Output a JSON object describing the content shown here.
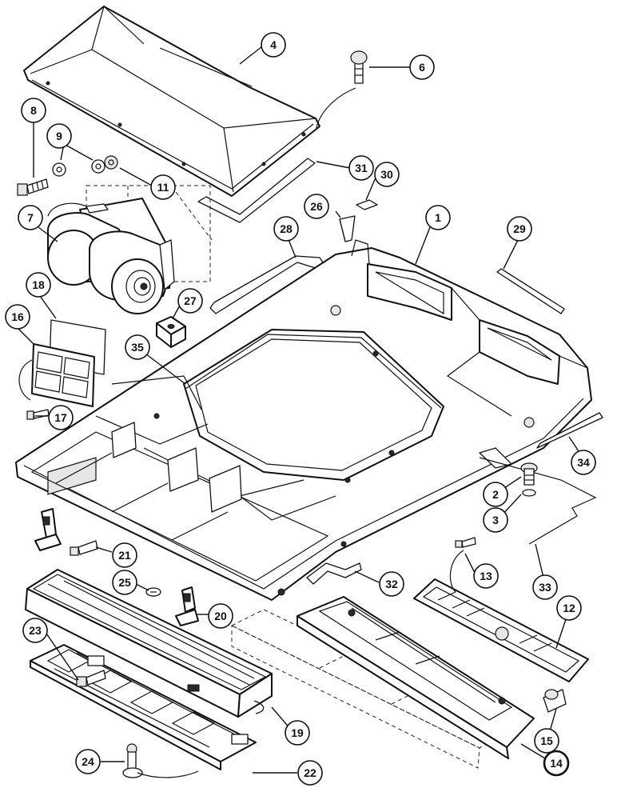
{
  "callouts": [
    {
      "id": "c1",
      "label": "1"
    },
    {
      "id": "c2",
      "label": "2"
    },
    {
      "id": "c3",
      "label": "3"
    },
    {
      "id": "c4",
      "label": "4"
    },
    {
      "id": "c6",
      "label": "6"
    },
    {
      "id": "c7",
      "label": "7"
    },
    {
      "id": "c8",
      "label": "8"
    },
    {
      "id": "c9",
      "label": "9"
    },
    {
      "id": "c11",
      "label": "11"
    },
    {
      "id": "c12",
      "label": "12"
    },
    {
      "id": "c13",
      "label": "13"
    },
    {
      "id": "c14",
      "label": "14"
    },
    {
      "id": "c15",
      "label": "15"
    },
    {
      "id": "c16",
      "label": "16"
    },
    {
      "id": "c17",
      "label": "17"
    },
    {
      "id": "c18",
      "label": "18"
    },
    {
      "id": "c19",
      "label": "19"
    },
    {
      "id": "c20",
      "label": "20"
    },
    {
      "id": "c21",
      "label": "21"
    },
    {
      "id": "c22",
      "label": "22"
    },
    {
      "id": "c23",
      "label": "23"
    },
    {
      "id": "c24",
      "label": "24"
    },
    {
      "id": "c25",
      "label": "25"
    },
    {
      "id": "c26",
      "label": "26"
    },
    {
      "id": "c27",
      "label": "27"
    },
    {
      "id": "c28",
      "label": "28"
    },
    {
      "id": "c29",
      "label": "29"
    },
    {
      "id": "c30",
      "label": "30"
    },
    {
      "id": "c31",
      "label": "31"
    },
    {
      "id": "c32",
      "label": "32"
    },
    {
      "id": "c33",
      "label": "33"
    },
    {
      "id": "c34",
      "label": "34"
    },
    {
      "id": "c35",
      "label": "35"
    }
  ]
}
